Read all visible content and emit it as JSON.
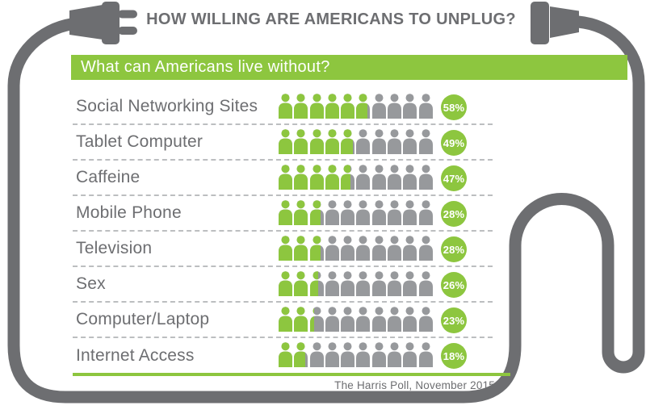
{
  "title": "HOW WILLING ARE AMERICANS TO UNPLUG?",
  "header_bar": {
    "label": "What can Americans live without?"
  },
  "source": "The Harris Poll, November 2015",
  "colors": {
    "green": "#8DC63F",
    "cord_gray": "#6D6E71",
    "icon_gray": "#97999C",
    "dash_gray": "#BCBEC0",
    "white": "#FFFFFF"
  },
  "icons": {
    "left_decoration": "power-plug-icon",
    "right_decoration": "power-socket-icon",
    "unit_icon": "person-icon"
  },
  "chart_data": {
    "type": "bar",
    "subtype": "pictogram",
    "title": "What can Americans live without?",
    "categories": [
      "Social Networking Sites",
      "Tablet Computer",
      "Caffeine",
      "Mobile Phone",
      "Television",
      "Sex",
      "Computer/Laptop",
      "Internet Access"
    ],
    "values": [
      58,
      49,
      47,
      28,
      28,
      26,
      23,
      18
    ],
    "unit": "%",
    "icons_per_row": 10,
    "value_per_icon": 10,
    "xlabel": "",
    "ylabel": "",
    "xlim": [
      0,
      100
    ],
    "legend": null,
    "source": "The Harris Poll, November 2015"
  }
}
